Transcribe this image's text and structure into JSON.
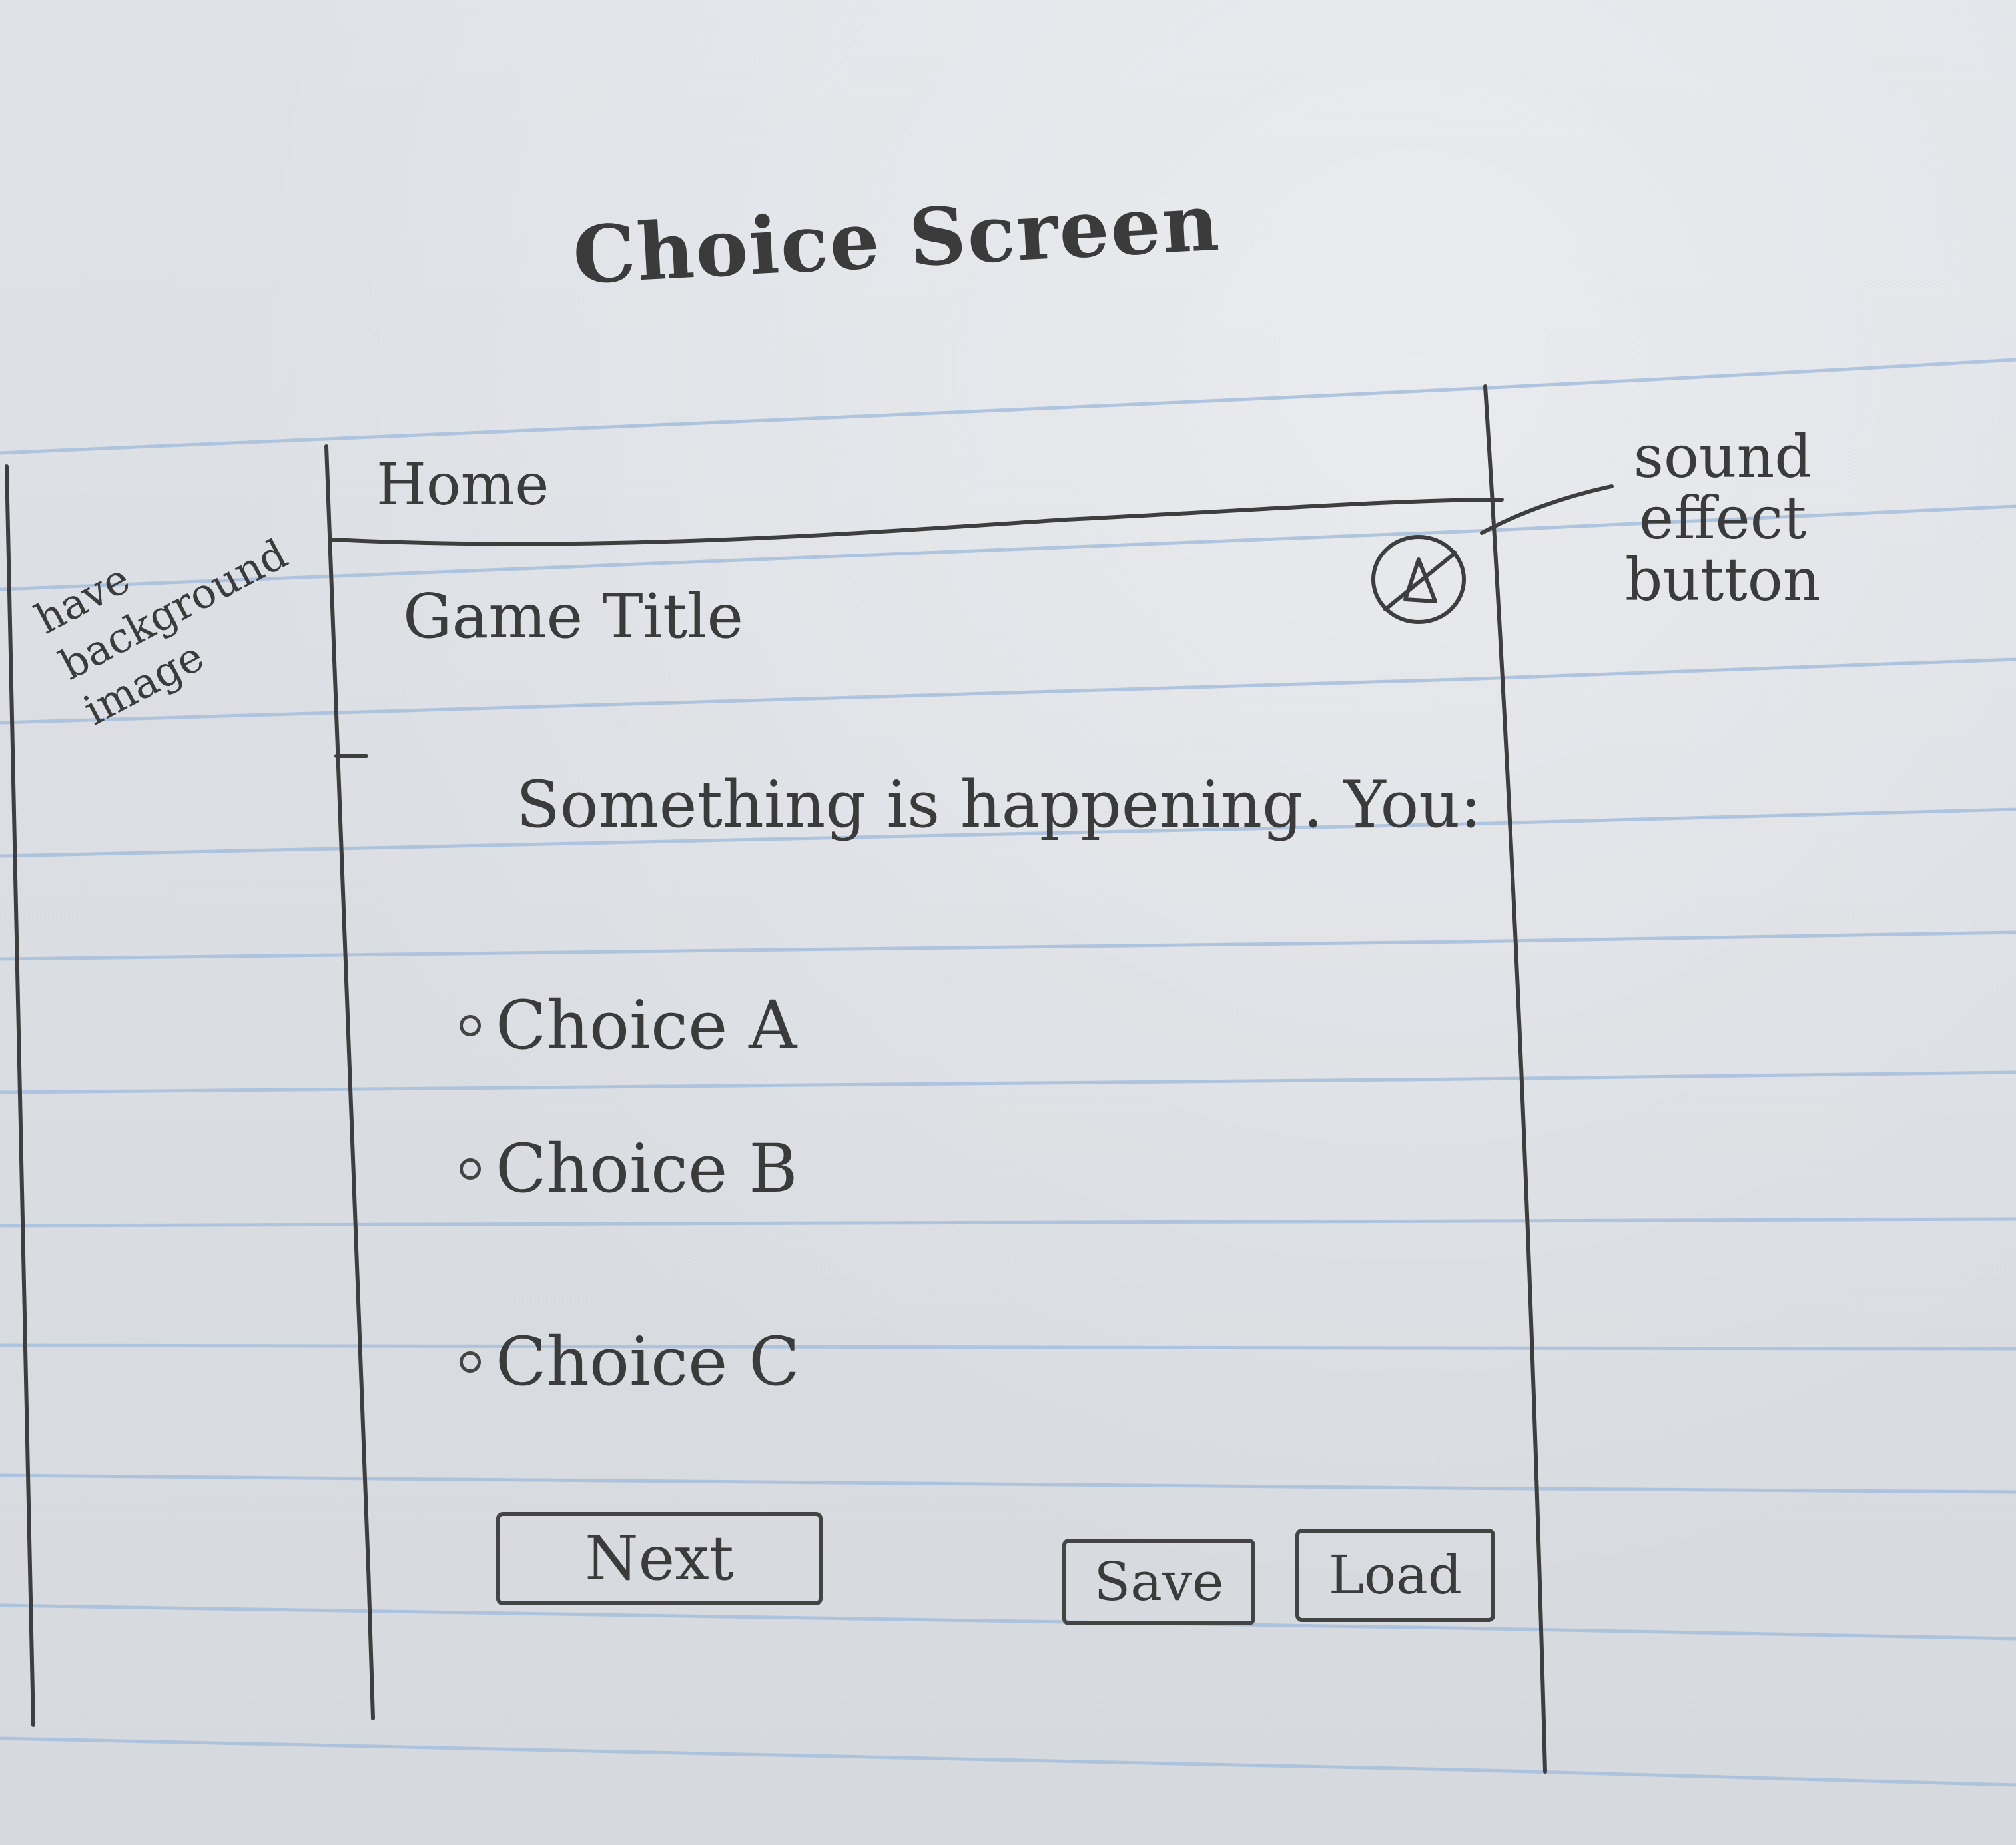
{
  "sketch_title": "Choice Screen",
  "header": {
    "home_tab": "Home"
  },
  "game": {
    "title": "Game Title",
    "prompt": "Something is happening. You:",
    "choices": [
      {
        "label": "Choice A"
      },
      {
        "label": "Choice B"
      },
      {
        "label": "Choice C"
      }
    ]
  },
  "buttons": {
    "next": "Next",
    "save": "Save",
    "load": "Load"
  },
  "annotations": {
    "background": [
      "have",
      "background",
      "image"
    ],
    "sound": [
      "sound",
      "effect",
      "button"
    ]
  },
  "icons": {
    "sound": "muted-sound-icon"
  }
}
